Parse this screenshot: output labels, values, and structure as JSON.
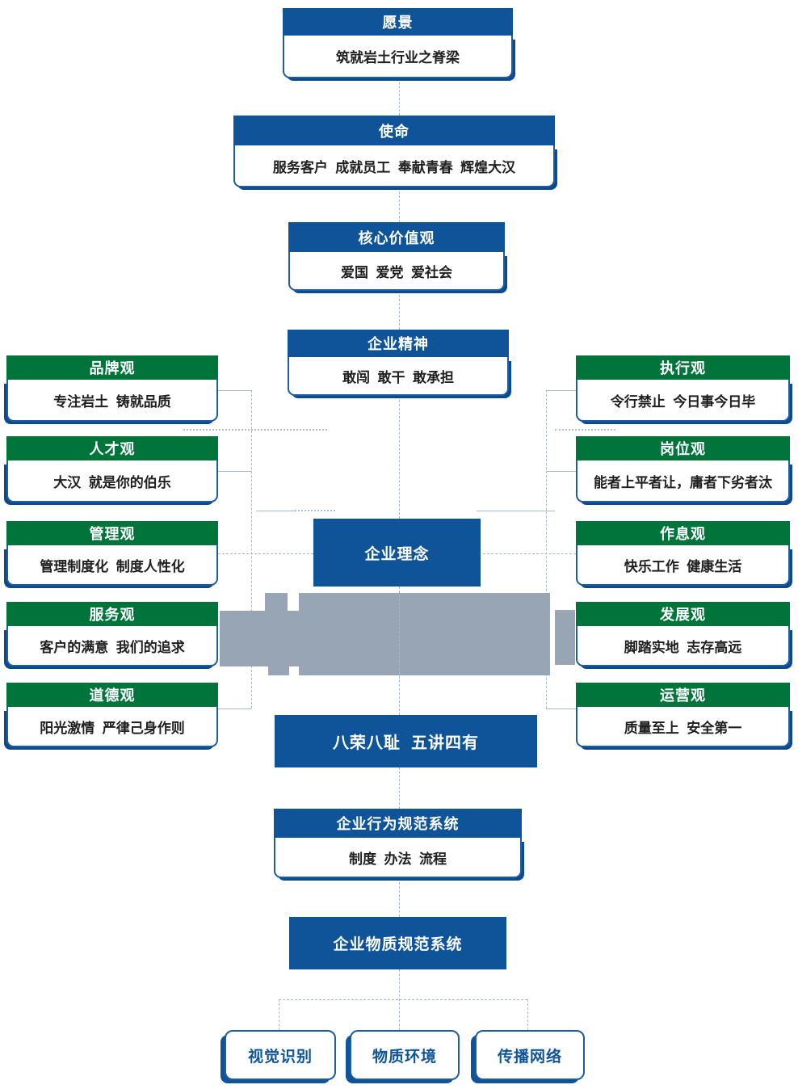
{
  "palette": {
    "header_blue": "#0f5499",
    "header_green": "#00743a",
    "body_border_blue": "#1b5ca4",
    "shadow_blue": "#0d4a8d",
    "gray_shape": "#98a5b5",
    "connector_line": "#a9b7c6",
    "body_text": "#1f1f1f"
  },
  "center": {
    "vision": {
      "title": "愿景",
      "body": "筑就岩土行业之脊梁"
    },
    "mission": {
      "title": "使命",
      "body": "服务客户  成就员工  奉献青春  辉煌大汉"
    },
    "core_values": {
      "title": "核心价值观",
      "body": "爱国  爱党  爱社会"
    },
    "spirit": {
      "title": "企业精神",
      "body": "敢闯  敢干  敢承担"
    },
    "philosophy": {
      "label": "企业理念"
    },
    "slogan": {
      "label": "八荣八耻  五讲四有"
    },
    "behavior_system": {
      "title": "企业行为规范系统",
      "body": "制度  办法  流程"
    },
    "material_system": {
      "label": "企业物质规范系统"
    },
    "bottom_boxes": [
      {
        "label": "视觉识别"
      },
      {
        "label": "物质环境"
      },
      {
        "label": "传播网络"
      }
    ]
  },
  "left_column": [
    {
      "title": "品牌观",
      "body": "专注岩土  铸就品质"
    },
    {
      "title": "人才观",
      "body": "大汉  就是你的伯乐"
    },
    {
      "title": "管理观",
      "body": "管理制度化  制度人性化"
    },
    {
      "title": "服务观",
      "body": "客户的满意  我们的追求"
    },
    {
      "title": "道德观",
      "body": "阳光激情  严律己身作则"
    }
  ],
  "right_column": [
    {
      "title": "执行观",
      "body": "令行禁止  今日事今日毕"
    },
    {
      "title": "岗位观",
      "body": "能者上平者让，庸者下劣者汰"
    },
    {
      "title": "作息观",
      "body": "快乐工作  健康生活"
    },
    {
      "title": "发展观",
      "body": "脚踏实地  志存高远"
    },
    {
      "title": "运营观",
      "body": "质量至上  安全第一"
    }
  ]
}
